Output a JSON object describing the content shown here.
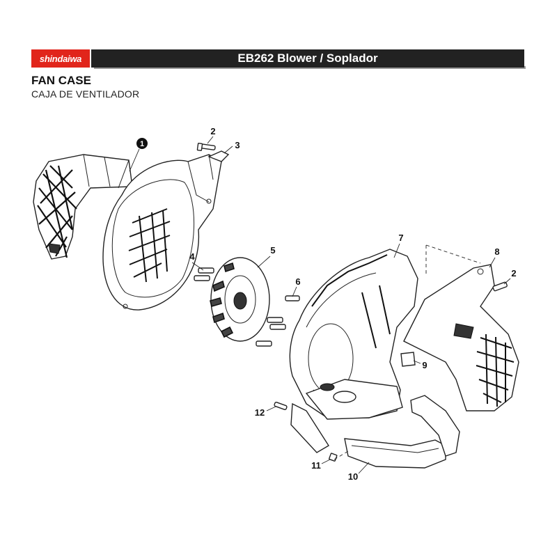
{
  "header": {
    "brand": "shindaiwa",
    "title": "EB262 Blower / Soplador"
  },
  "section": {
    "title": "FAN CASE",
    "subtitle": "CAJA DE VENTILADOR"
  },
  "callouts": {
    "c1": "1",
    "c2a": "2",
    "c3": "3",
    "c4": "4",
    "c5": "5",
    "c6": "6",
    "c7": "7",
    "c8": "8",
    "c2b": "2",
    "c9": "9",
    "c10": "10",
    "c11": "11",
    "c12": "12"
  },
  "colors": {
    "brand_red": "#e1251b",
    "header_dark": "#222222"
  }
}
